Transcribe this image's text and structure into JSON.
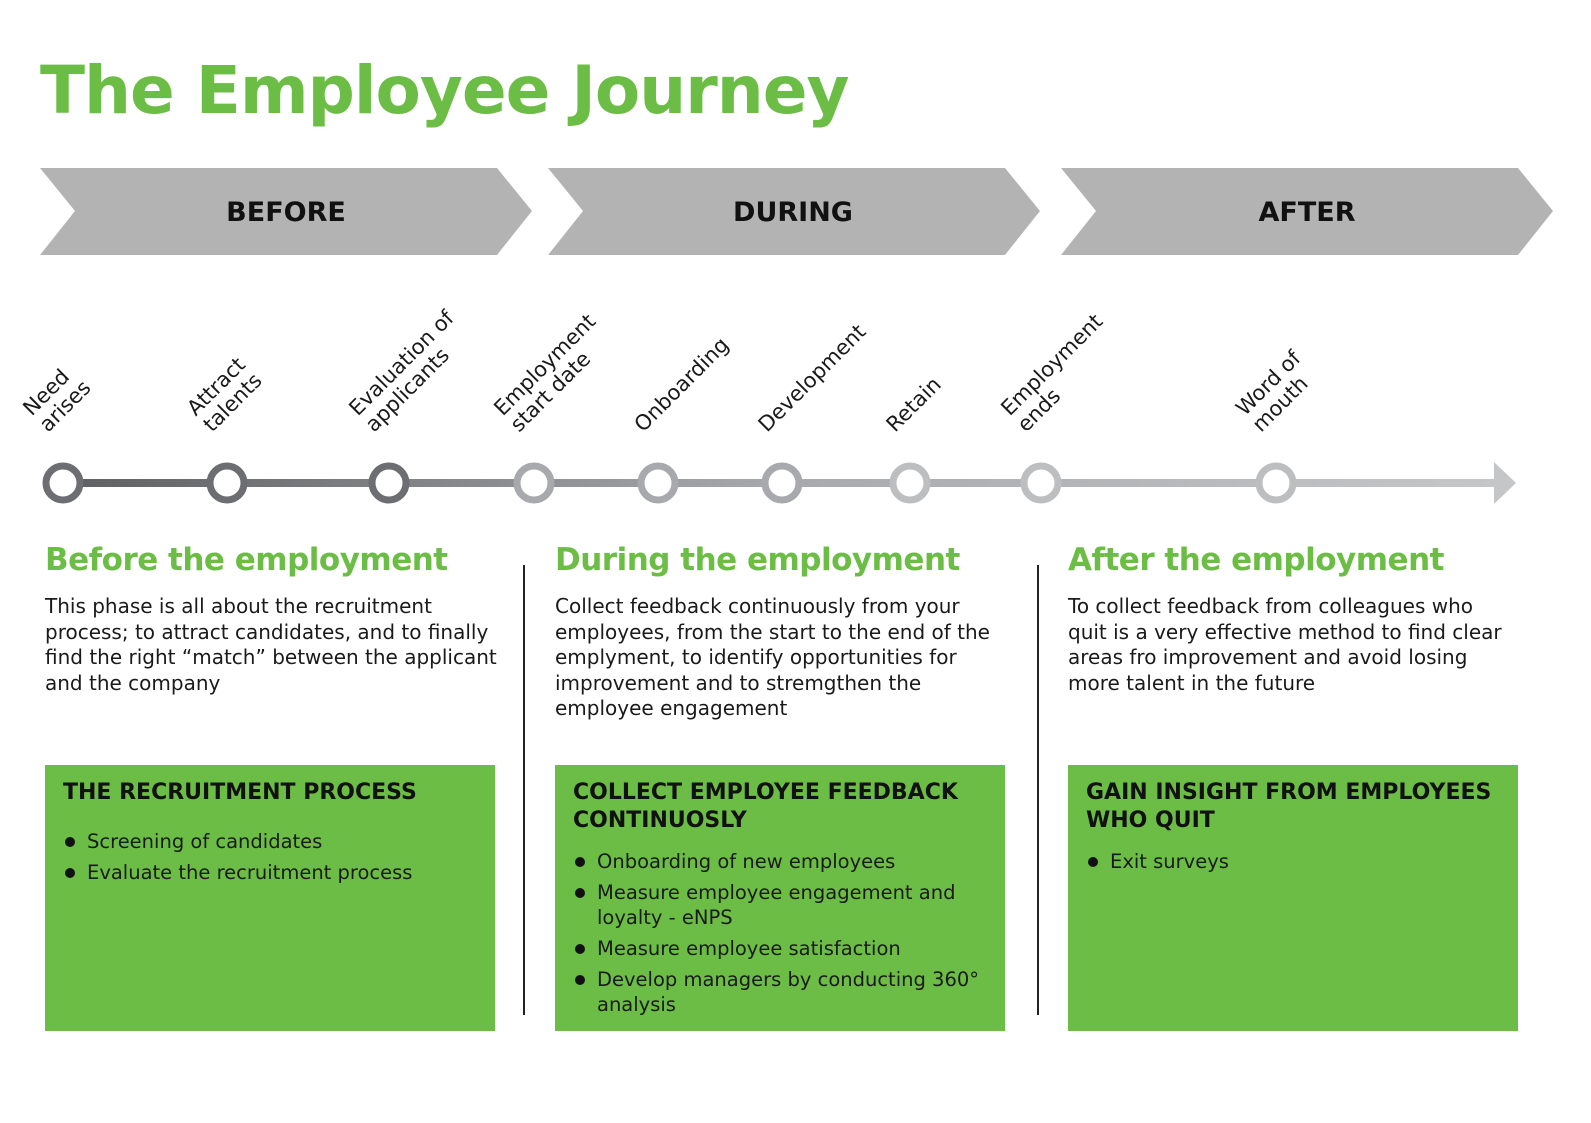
{
  "title": "The Employee Journey",
  "colors": {
    "accent_green": "#6cbd45",
    "arrow_gray": "#b3b3b3",
    "timeline_dark": "#6d6e71",
    "timeline_light": "#bcbec0"
  },
  "phases": [
    {
      "label": "BEFORE"
    },
    {
      "label": "DURING"
    },
    {
      "label": "AFTER"
    }
  ],
  "milestones": [
    {
      "lines": [
        "Need",
        "arises"
      ]
    },
    {
      "lines": [
        "Attract",
        "talents"
      ]
    },
    {
      "lines": [
        "Evaluation of",
        "applicants"
      ]
    },
    {
      "lines": [
        "Employment",
        "start date"
      ]
    },
    {
      "lines": [
        "Onboarding"
      ]
    },
    {
      "lines": [
        "Development"
      ]
    },
    {
      "lines": [
        "Retain"
      ]
    },
    {
      "lines": [
        "Employment",
        "ends"
      ]
    },
    {
      "lines": [
        "Word of",
        "mouth"
      ]
    }
  ],
  "columns": [
    {
      "heading": "Before the employment",
      "description": "This phase is all about the recruitment process; to attract candidates, and to finally find the right “match” between the applicant and the company",
      "box": {
        "title": "THE RECRUITMENT PROCESS",
        "items": [
          "Screening of candidates",
          "Evaluate the recruitment process"
        ]
      }
    },
    {
      "heading": "During the employment",
      "description": "Collect feedback continuously from your employees, from the start to the end of the emplyment, to identify opportunities for improvement and to stremgthen the employee engagement",
      "box": {
        "title": "COLLECT EMPLOYEE FEEDBACK CONTINUOSLY",
        "items": [
          "Onboarding of new employees",
          "Measure employee engagement and loyalty - eNPS",
          "Measure employee satisfaction",
          "Develop managers by conducting 360° analysis"
        ]
      }
    },
    {
      "heading": "After the employment",
      "description": "To collect feedback from colleagues who quit is a very effective method to find clear areas fro improvement and avoid losing more talent in the future",
      "box": {
        "title": "GAIN INSIGHT FROM EMPLOYEES WHO QUIT",
        "items": [
          "Exit surveys"
        ]
      }
    }
  ]
}
